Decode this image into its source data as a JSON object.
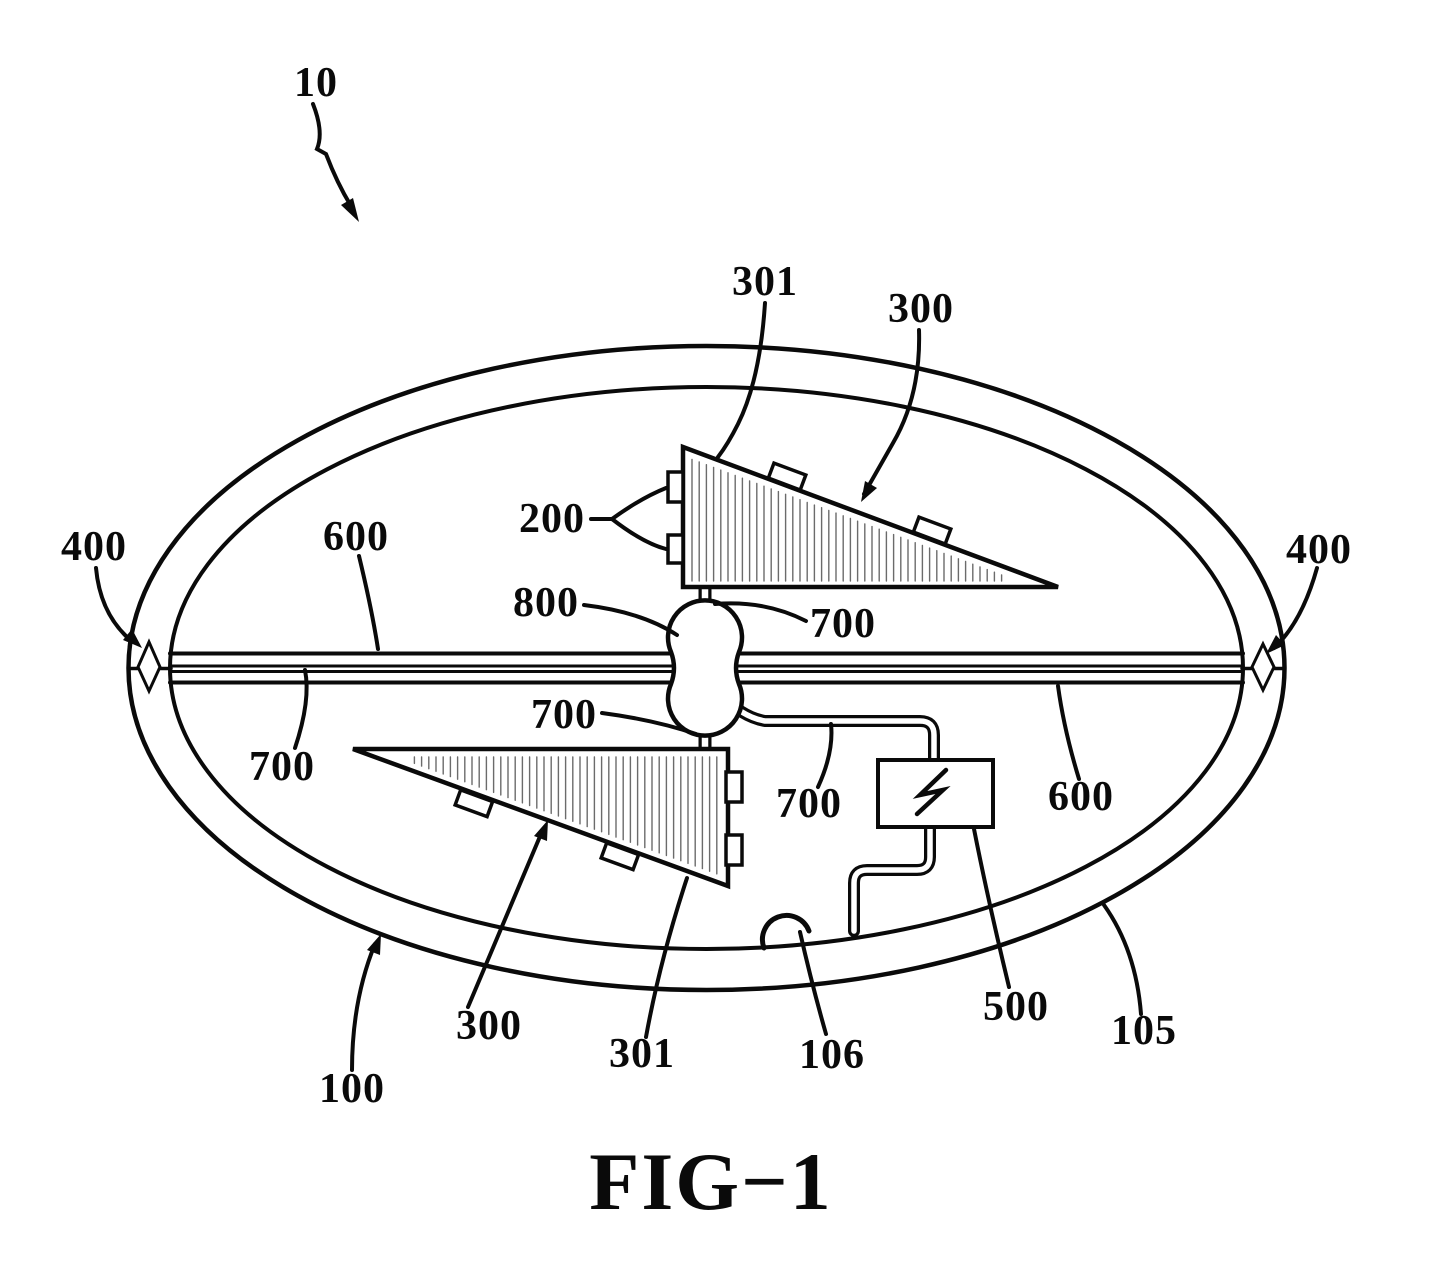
{
  "figure": {
    "caption": "FIG−1",
    "colors": {
      "ink": "#0a0a0a",
      "background": "#ffffff",
      "hatch": "#6b6b6b"
    },
    "labels": [
      {
        "text": "10"
      },
      {
        "text": "301"
      },
      {
        "text": "300"
      },
      {
        "text": "400"
      },
      {
        "text": "600"
      },
      {
        "text": "200"
      },
      {
        "text": "800"
      },
      {
        "text": "700"
      },
      {
        "text": "400"
      },
      {
        "text": "700"
      },
      {
        "text": "700"
      },
      {
        "text": "700"
      },
      {
        "text": "600"
      },
      {
        "text": "300"
      },
      {
        "text": "301"
      },
      {
        "text": "106"
      },
      {
        "text": "500"
      },
      {
        "text": "105"
      },
      {
        "text": "100"
      }
    ]
  }
}
